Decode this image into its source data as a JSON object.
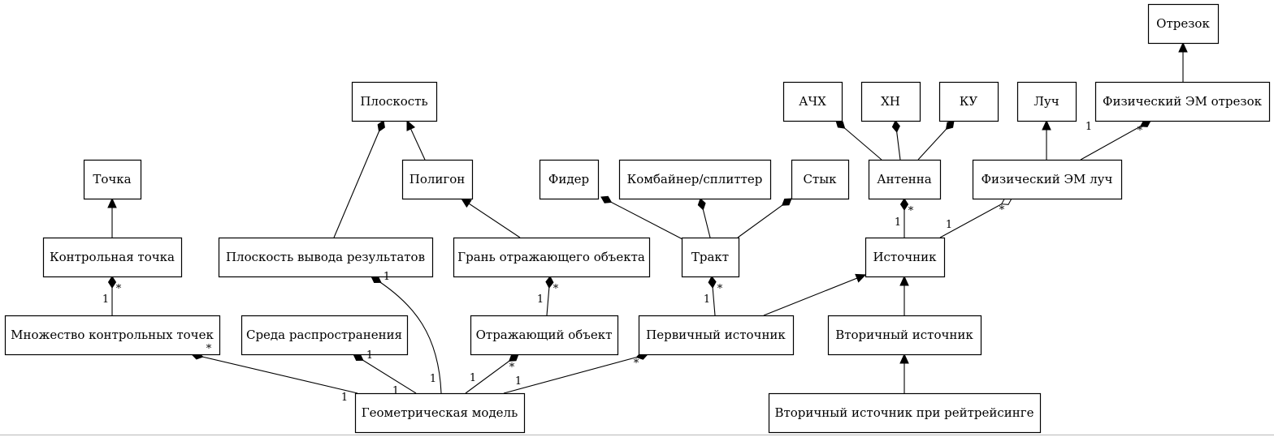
{
  "diagram": {
    "nodes": {
      "otrezok": "Отрезок",
      "ploskost": "Плоскость",
      "achx": "АЧХ",
      "xn": "ХН",
      "ku": "КУ",
      "luch": "Луч",
      "fiz_em_otrezok": "Физический ЭМ отрезок",
      "tochka": "Точка",
      "poligon": "Полигон",
      "fider": "Фидер",
      "kombainer": "Комбайнер/сплиттер",
      "styk": "Стык",
      "antenna": "Антенна",
      "fiz_em_luch": "Физический ЭМ луч",
      "kontrolnaya_tochka": "Контрольная точка",
      "ploskost_vyvoda": "Плоскость вывода результатов",
      "gran": "Грань отражающего объекта",
      "trakt": "Тракт",
      "istochnik": "Источник",
      "mnozhestvo": "Множество контрольных точек",
      "sreda": "Среда распространения",
      "otrazhayushchiy": "Отражающий объект",
      "pervichnyy": "Первичный источник",
      "vtorichnyy": "Вторичный источник",
      "geom_model": "Геометрическая модель",
      "vtorichnyy_ray": "Вторичный источник при рейтрейсинге"
    },
    "edges": [
      {
        "from": "fiz_em_otrezok",
        "to": "otrezok",
        "kind": "generalization"
      },
      {
        "from": "poligon",
        "to": "ploskost",
        "kind": "generalization"
      },
      {
        "from": "ploskost_vyvoda",
        "to": "ploskost",
        "kind": "composition"
      },
      {
        "from": "kontrolnaya_tochka",
        "to": "tochka",
        "kind": "generalization"
      },
      {
        "from": "gran",
        "to": "poligon",
        "kind": "generalization"
      },
      {
        "from": "fiz_em_luch",
        "to": "luch",
        "kind": "generalization"
      },
      {
        "from": "fiz_em_luch",
        "to": "fiz_em_otrezok",
        "kind": "composition",
        "tail": "1",
        "head": "*"
      },
      {
        "from": "antenna",
        "to": "achx",
        "kind": "composition"
      },
      {
        "from": "antenna",
        "to": "xn",
        "kind": "composition"
      },
      {
        "from": "antenna",
        "to": "ku",
        "kind": "composition"
      },
      {
        "from": "trakt",
        "to": "fider",
        "kind": "composition"
      },
      {
        "from": "trakt",
        "to": "kombainer",
        "kind": "composition"
      },
      {
        "from": "trakt",
        "to": "styk",
        "kind": "composition"
      },
      {
        "from": "istochnik",
        "to": "antenna",
        "kind": "composition",
        "tail": "1",
        "head": "*"
      },
      {
        "from": "istochnik",
        "to": "fiz_em_luch",
        "kind": "aggregation",
        "tail": "1",
        "head": "*"
      },
      {
        "from": "mnozhestvo",
        "to": "kontrolnaya_tochka",
        "kind": "composition",
        "tail": "1",
        "head": "*"
      },
      {
        "from": "otrazhayushchiy",
        "to": "gran",
        "kind": "composition",
        "tail": "1",
        "head": "*"
      },
      {
        "from": "pervichnyy",
        "to": "trakt",
        "kind": "composition",
        "tail": "1",
        "head": "*"
      },
      {
        "from": "pervichnyy",
        "to": "istochnik",
        "kind": "generalization"
      },
      {
        "from": "vtorichnyy",
        "to": "istochnik",
        "kind": "generalization"
      },
      {
        "from": "vtorichnyy_ray",
        "to": "vtorichnyy",
        "kind": "generalization"
      },
      {
        "from": "geom_model",
        "to": "mnozhestvo",
        "kind": "composition",
        "tail": "1",
        "head": "*"
      },
      {
        "from": "geom_model",
        "to": "sreda",
        "kind": "composition",
        "tail": "1",
        "head": "1"
      },
      {
        "from": "geom_model",
        "to": "ploskost_vyvoda",
        "kind": "composition",
        "tail": "1",
        "head": "1"
      },
      {
        "from": "geom_model",
        "to": "otrazhayushchiy",
        "kind": "composition",
        "tail": "1",
        "head": "*"
      },
      {
        "from": "geom_model",
        "to": "pervichnyy",
        "kind": "composition",
        "tail": "1",
        "head": "*"
      }
    ]
  }
}
